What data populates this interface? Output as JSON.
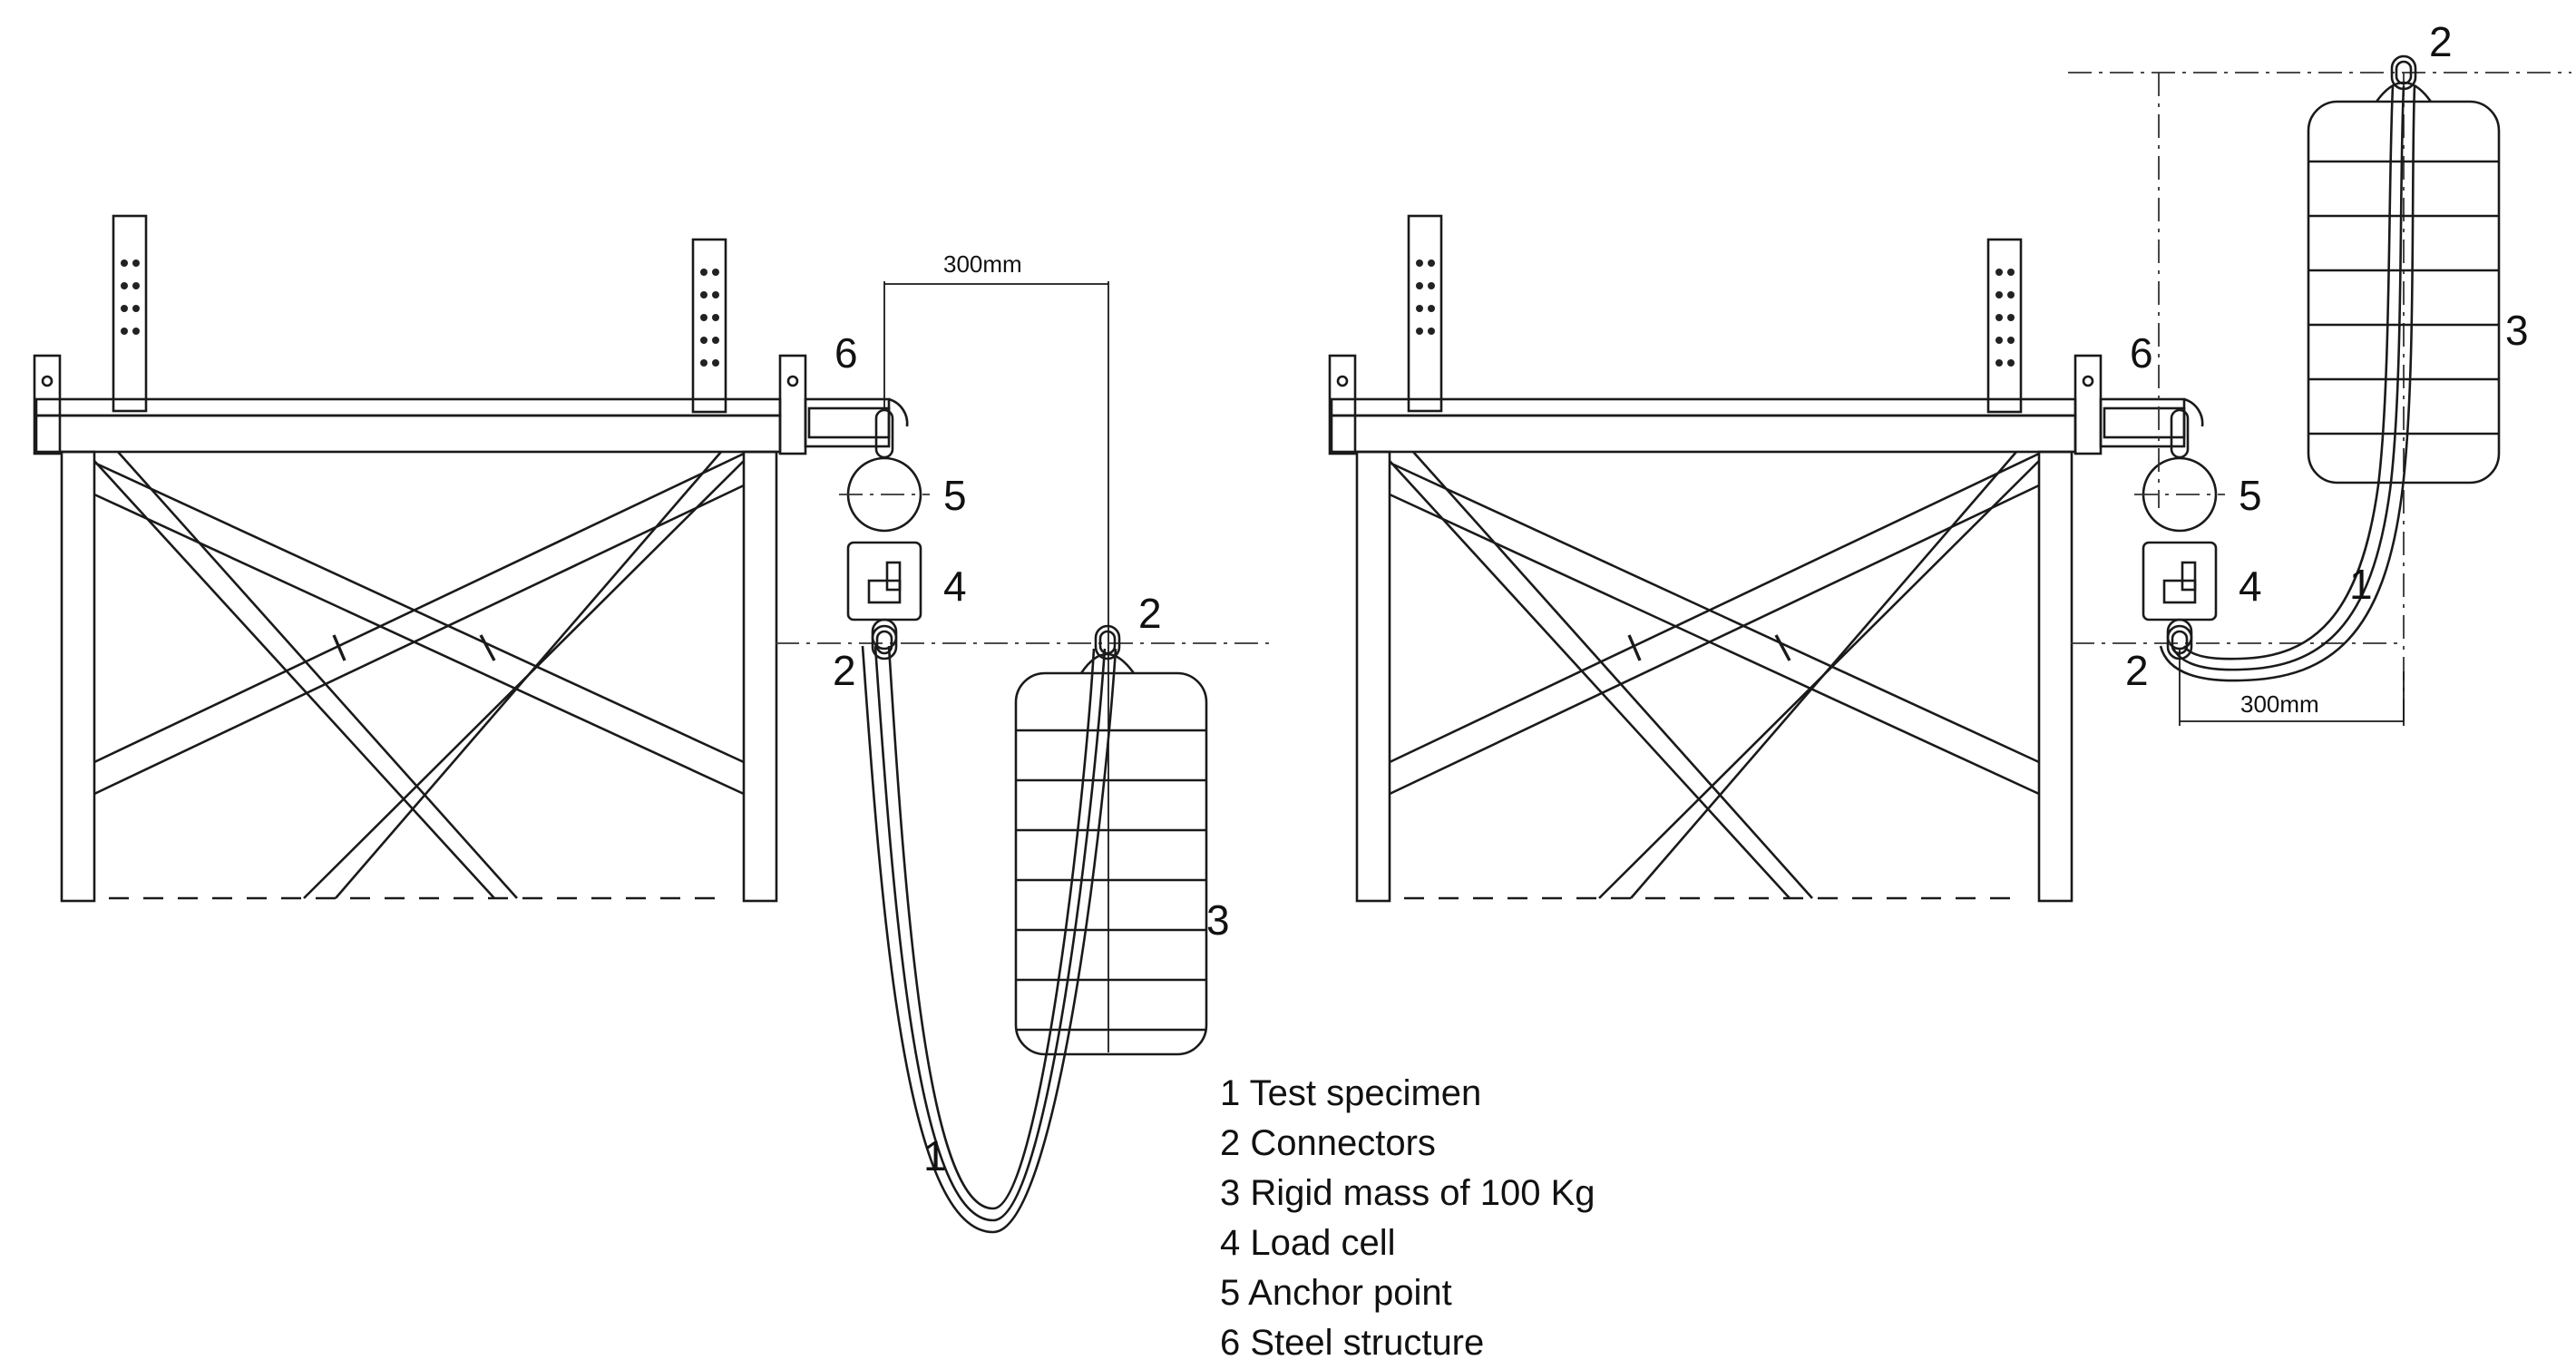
{
  "labels": {
    "specimen": "1",
    "connector": "2",
    "mass": "3",
    "load_cell": "4",
    "anchor": "5",
    "structure": "6"
  },
  "dimension": "300mm",
  "legend": [
    "1 Test specimen",
    "2 Connectors",
    "3 Rigid mass of 100 Kg",
    "4 Load cell",
    "5 Anchor point",
    "6 Steel structure"
  ]
}
